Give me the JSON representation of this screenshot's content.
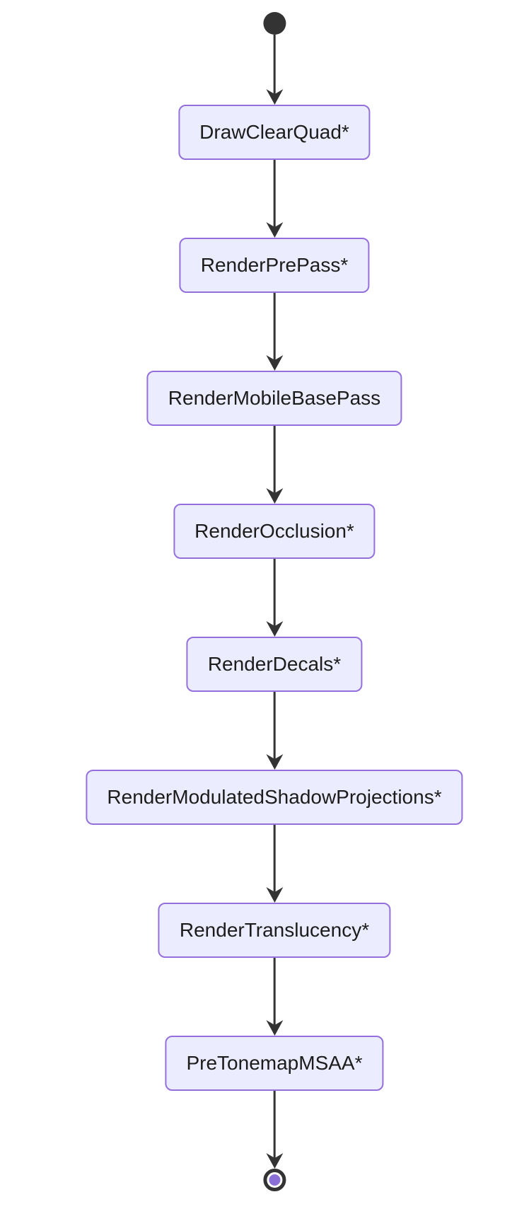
{
  "diagram": {
    "type": "state-flowchart",
    "direction": "top-to-bottom",
    "start_node": "start",
    "end_node": "end",
    "nodes": [
      {
        "id": "n0",
        "label": "DrawClearQuad*"
      },
      {
        "id": "n1",
        "label": "RenderPrePass*"
      },
      {
        "id": "n2",
        "label": "RenderMobileBasePass"
      },
      {
        "id": "n3",
        "label": "RenderOcclusion*"
      },
      {
        "id": "n4",
        "label": "RenderDecals*"
      },
      {
        "id": "n5",
        "label": "RenderModulatedShadowProjections*"
      },
      {
        "id": "n6",
        "label": "RenderTranslucency*"
      },
      {
        "id": "n7",
        "label": "PreTonemapMSAA*"
      }
    ],
    "edges": [
      [
        "start",
        "DrawClearQuad*"
      ],
      [
        "DrawClearQuad*",
        "RenderPrePass*"
      ],
      [
        "RenderPrePass*",
        "RenderMobileBasePass"
      ],
      [
        "RenderMobileBasePass",
        "RenderOcclusion*"
      ],
      [
        "RenderOcclusion*",
        "RenderDecals*"
      ],
      [
        "RenderDecals*",
        "RenderModulatedShadowProjections*"
      ],
      [
        "RenderModulatedShadowProjections*",
        "RenderTranslucency*"
      ],
      [
        "RenderTranslucency*",
        "PreTonemapMSAA*"
      ],
      [
        "PreTonemapMSAA*",
        "end"
      ]
    ],
    "colors": {
      "node_fill": "#ececff",
      "node_border": "#9370db",
      "node_text": "#1c1c1c",
      "arrow_color": "#333333",
      "start_fill": "#333333",
      "end_ring": "#333333",
      "end_inner": "#8a70d6",
      "page_bg": "#ffffff"
    }
  }
}
